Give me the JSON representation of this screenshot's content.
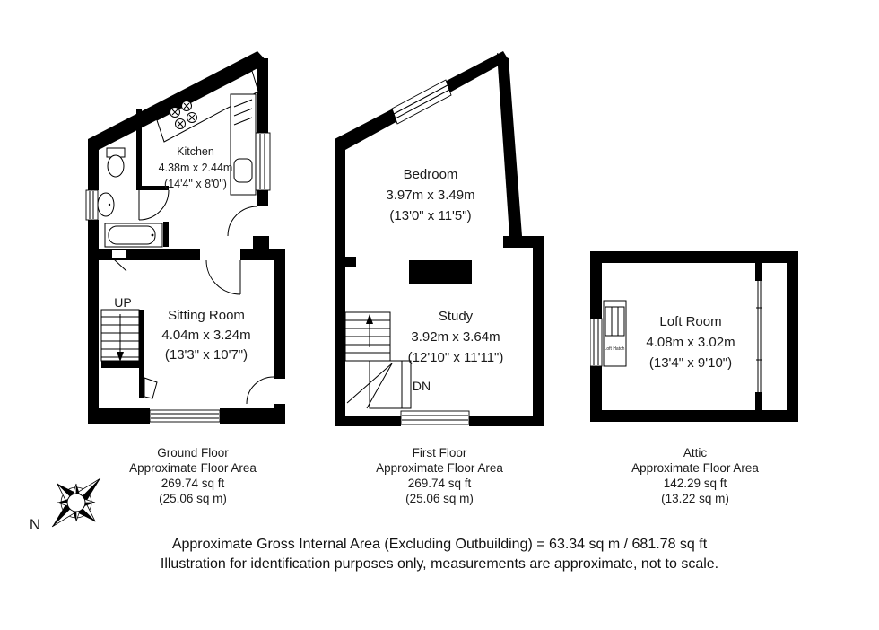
{
  "compass": {
    "north_label": "N"
  },
  "ground": {
    "kitchen_name": "Kitchen",
    "kitchen_metric": "4.38m x 2.44m",
    "kitchen_imperial": "(14'4\" x 8'0\")",
    "sitting_name": "Sitting Room",
    "sitting_metric": "4.04m x 3.24m",
    "sitting_imperial": "(13'3\" x 10'7\")",
    "stairs_label": "UP",
    "area_title": "Ground Floor",
    "area_subtitle": "Approximate Floor Area",
    "area_sqft": "269.74 sq ft",
    "area_sqm": "(25.06 sq m)"
  },
  "first": {
    "bedroom_name": "Bedroom",
    "bedroom_metric": "3.97m x 3.49m",
    "bedroom_imperial": "(13'0\" x 11'5\")",
    "study_name": "Study",
    "study_metric": "3.92m x 3.64m",
    "study_imperial": "(12'10\" x 11'11\")",
    "stairs_label": "DN",
    "area_title": "First Floor",
    "area_subtitle": "Approximate Floor Area",
    "area_sqft": "269.74 sq ft",
    "area_sqm": "(25.06 sq m)"
  },
  "attic": {
    "loft_name": "Loft Room",
    "loft_metric": "4.08m x 3.02m",
    "loft_imperial": "(13'4\" x 9'10\")",
    "hatch_label": "Loft Hatch",
    "area_title": "Attic",
    "area_subtitle": "Approximate Floor Area",
    "area_sqft": "142.29 sq ft",
    "area_sqm": "(13.22 sq m)"
  },
  "footer": {
    "line1": "Approximate Gross Internal Area (Excluding Outbuilding) = 63.34 sq m / 681.78 sq ft",
    "line2": "Illustration for identification purposes only, measurements are approximate, not to scale."
  },
  "colors": {
    "wall": "#000000",
    "text": "#1a1a1a",
    "background": "#ffffff"
  }
}
